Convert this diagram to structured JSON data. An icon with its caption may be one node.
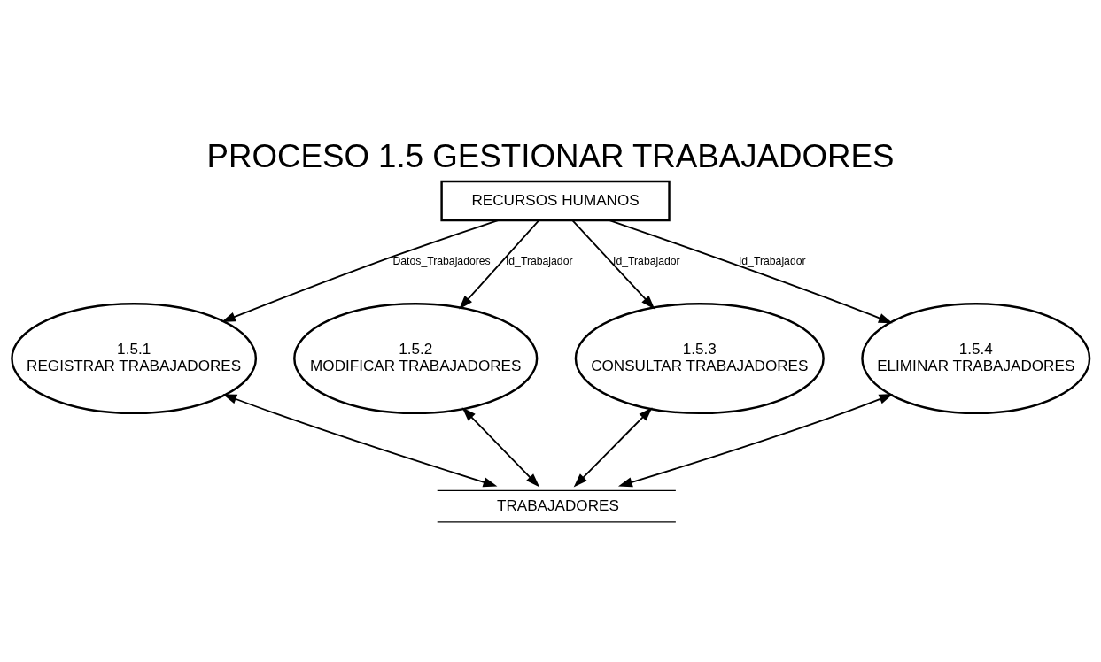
{
  "diagram": {
    "title": "PROCESO 1.5 GESTIONAR TRABAJADORES",
    "nodes": [
      {
        "text": [
          "RECURSOS HUMANOS"
        ]
      },
      {
        "text": [
          "1.5.1",
          "REGISTRAR TRABAJADORES"
        ]
      },
      {
        "text": [
          "1.5.2",
          "MODIFICAR TRABAJADORES"
        ]
      },
      {
        "text": [
          "1.5.3",
          "CONSULTAR TRABAJADORES"
        ]
      },
      {
        "text": [
          "1.5.4",
          "ELIMINAR TRABAJADORES"
        ]
      },
      {
        "text": [
          "TRABAJADORES"
        ]
      }
    ],
    "edges": [
      {
        "from": 0,
        "to": 1,
        "arrow": "to",
        "label": "Datos_Trabajadores"
      },
      {
        "from": 0,
        "to": 2,
        "arrow": "to",
        "label": "Id_Trabajador"
      },
      {
        "from": 0,
        "to": 3,
        "arrow": "to",
        "label": "Id_Trabajador"
      },
      {
        "from": 0,
        "to": 4,
        "arrow": "to",
        "label": "Id_Trabajador"
      },
      {
        "from": 1,
        "to": 5,
        "arrow": "both"
      },
      {
        "from": 2,
        "to": 5,
        "arrow": "both"
      },
      {
        "from": 3,
        "to": 5,
        "arrow": "both"
      },
      {
        "from": 4,
        "to": 5,
        "arrow": "both"
      }
    ]
  }
}
